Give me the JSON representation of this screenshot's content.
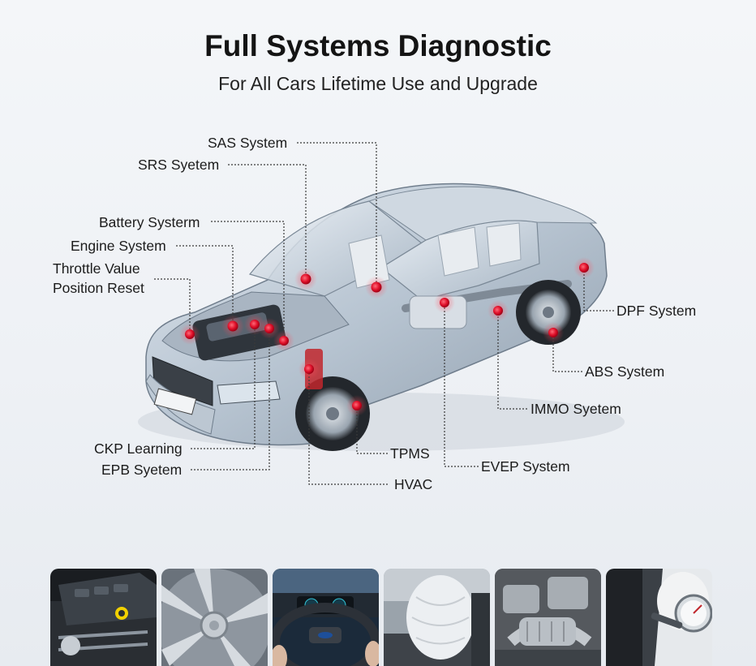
{
  "header": {
    "title": "Full Systems Diagnostic",
    "subtitle": "For All Cars Lifetime Use and Upgrade"
  },
  "systems": {
    "sas": "SAS System",
    "srs": "SRS Syetem",
    "battery": "Battery Systerm",
    "engine": "Engine System",
    "throttle": "Throttle Value Position Reset",
    "dpf": "DPF System",
    "abs": "ABS System",
    "immo": "IMMO Syetem",
    "evep": "EVEP System",
    "tpms": "TPMS",
    "hvac": "HVAC",
    "ckp": "CKP Learning",
    "epb": "EPB Syetem"
  },
  "thumbnails": [
    {
      "subject": "engine-bay"
    },
    {
      "subject": "wheel-brake-disc"
    },
    {
      "subject": "dashboard-steering-wheel"
    },
    {
      "subject": "airbag"
    },
    {
      "subject": "dpf-exhaust"
    },
    {
      "subject": "tire-pressure-gauge"
    }
  ],
  "colors": {
    "accent_dot": "#e0102a",
    "leader_line": "#3a3a3a",
    "car_body": "#b9c6d2"
  }
}
